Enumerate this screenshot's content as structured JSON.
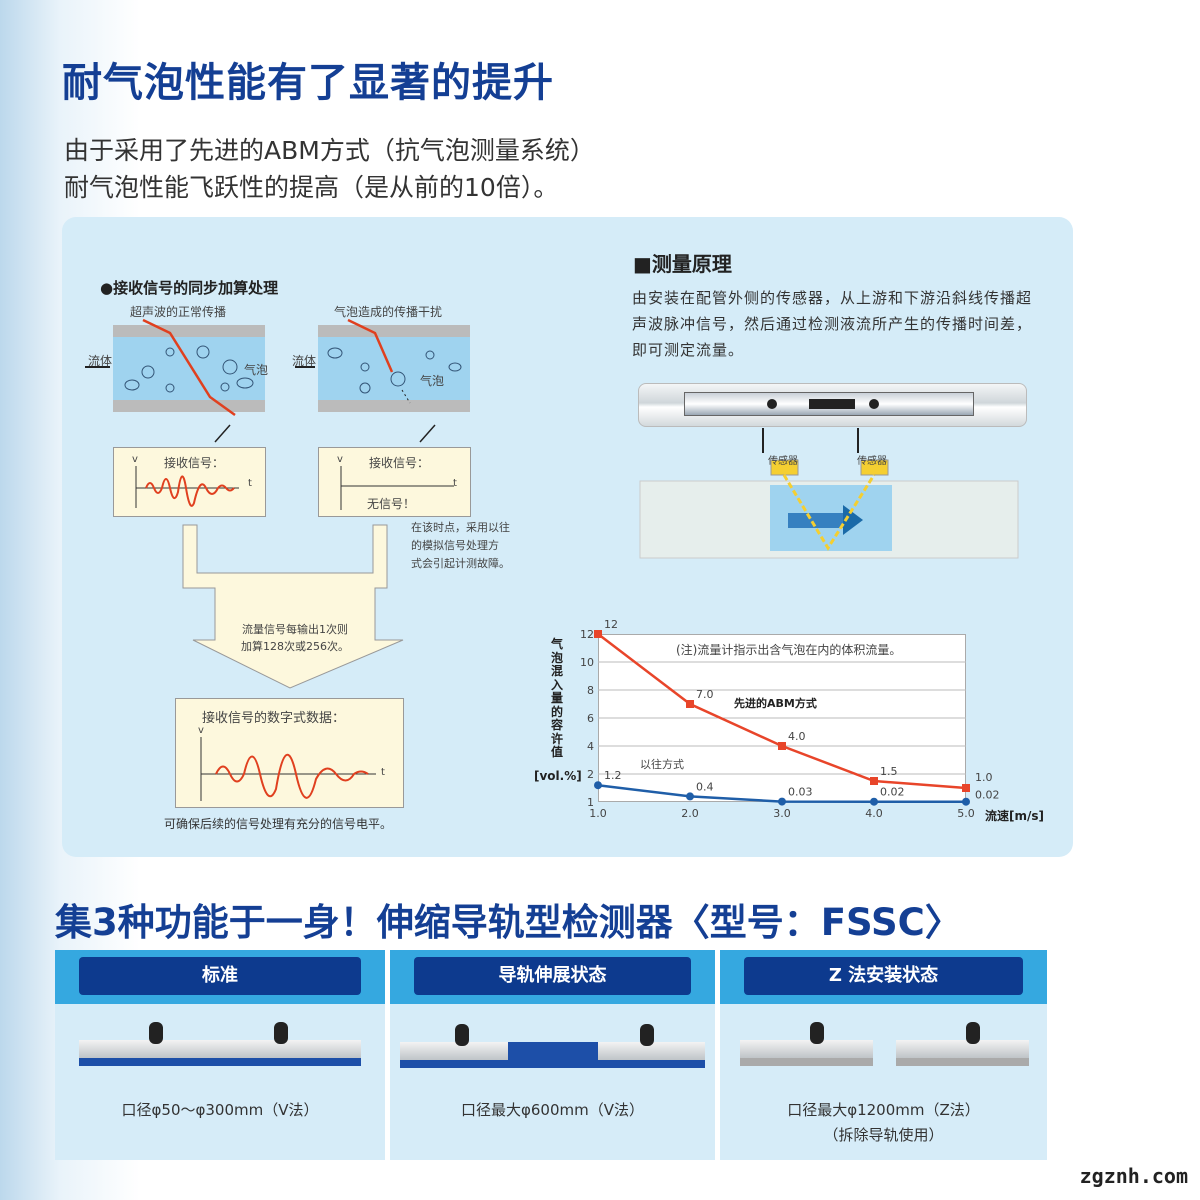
{
  "title": "耐气泡性能有了显著的提升",
  "intro": [
    "由于采用了先进的ABM方式（抗气泡测量系统）",
    "耐气泡性能飞跃性的提高（是从前的10倍）。"
  ],
  "left": {
    "heading": "●接收信号的同步加算处理",
    "normal_label": "超声波的正常传播",
    "disturb_label": "气泡造成的传播干扰",
    "fluid": "流体",
    "bubble": "气泡",
    "recv": "接收信号：",
    "no_signal": "无信号！",
    "v": "v",
    "t": "t",
    "note": [
      "在该时点，采用以往",
      "的模拟信号处理方",
      "式会引起计测故障。"
    ],
    "arrow_text": [
      "流量信号每输出1次则",
      "加算128次或256次。"
    ],
    "digital": "接收信号的数字式数据：",
    "footer": "可确保后续的信号处理有充分的信号电平。"
  },
  "principle": {
    "heading": "■测量原理",
    "text": "由安装在配管外侧的传感器，从上游和下游沿斜线传播超声波脉冲信号，然后通过检测液流所产生的传播时间差，即可测定流量。",
    "sensor": "传感器"
  },
  "chart_data": {
    "type": "line",
    "note": "(注)流量计指示出含气泡在内的体积流量。",
    "ylabel": "气泡混入量的容许值",
    "yunit": "[vol.%]",
    "xlabel": "流速[m/s]",
    "x": [
      1.0,
      2.0,
      3.0,
      4.0,
      5.0
    ],
    "xticks": [
      "1.0",
      "2.0",
      "3.0",
      "4.0",
      "5.0"
    ],
    "yticks": [
      "1",
      "2",
      "4",
      "6",
      "8",
      "10",
      "12"
    ],
    "series": [
      {
        "name": "先进的ABM方式",
        "color": "#e8452a",
        "values": [
          12,
          7.0,
          4.0,
          1.5,
          1.0
        ],
        "labels": [
          "12",
          "7.0",
          "4.0",
          "1.5",
          "1.0"
        ]
      },
      {
        "name": "以往方式",
        "color": "#1f5ea8",
        "values": [
          1.2,
          0.4,
          0.03,
          0.02,
          0.02
        ],
        "labels": [
          "1.2",
          "0.4",
          "0.03",
          "0.02",
          "0.02"
        ]
      }
    ]
  },
  "section2": {
    "title": "集3种功能于一身！伸缩导轨型检测器〈型号：FSSC〉",
    "cards": [
      {
        "label": "标准",
        "caption": [
          "口径φ50～φ300mm（V法）"
        ]
      },
      {
        "label": "导轨伸展状态",
        "caption": [
          "口径最大φ600mm（V法）"
        ]
      },
      {
        "label": "Z 法安装状态",
        "caption": [
          "口径最大φ1200mm（Z法）",
          "（拆除导轨使用）"
        ]
      }
    ]
  },
  "watermark": "zgznh.com"
}
